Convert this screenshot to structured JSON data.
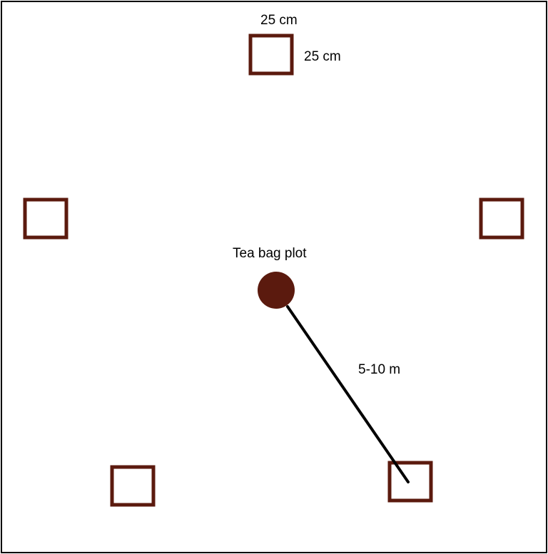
{
  "colors": {
    "quadrat": "#5b1a0e",
    "tea_bag_plot": "#5b1a0e",
    "distance_line": "#000000",
    "border": "#000000"
  },
  "labels": {
    "quadrat_width": "25 cm",
    "quadrat_height": "25 cm",
    "tea_bag_plot": "Tea bag plot",
    "distance": "5-10 m"
  }
}
